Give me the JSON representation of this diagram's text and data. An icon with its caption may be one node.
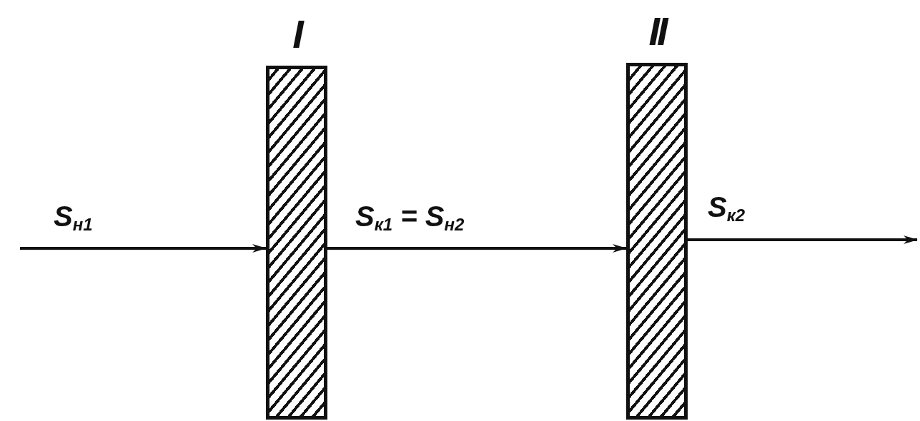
{
  "diagram": {
    "nodes": [
      {
        "text": [
          "I"
        ]
      },
      {
        "text": [
          "II"
        ]
      }
    ],
    "edges": [
      {
        "from": null,
        "to": 0,
        "arrow": "to",
        "label": "S$_{н1}$"
      },
      {
        "from": 0,
        "to": 1,
        "arrow": "to",
        "label": "S$_{к1}$ = S$_{н2}$"
      },
      {
        "from": 1,
        "to": null,
        "arrow": "to",
        "label": "S$_{к2}$"
      }
    ]
  }
}
